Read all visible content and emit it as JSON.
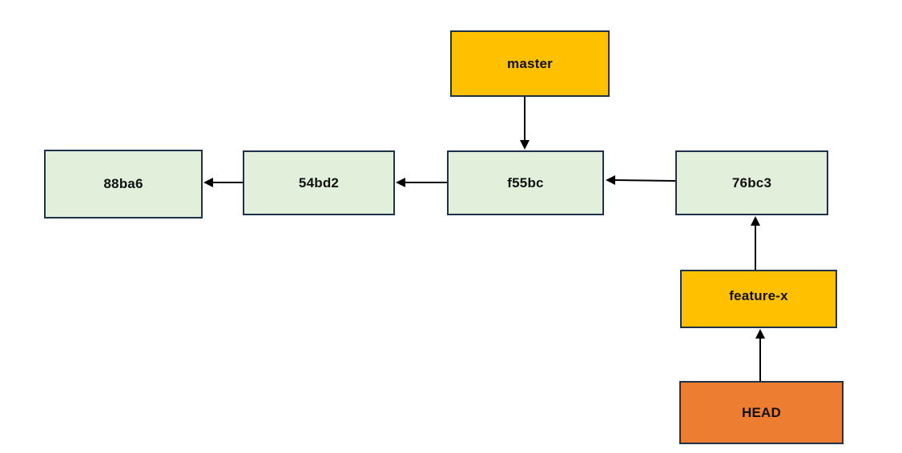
{
  "diagram": {
    "type": "git-commit-graph",
    "background": "#ffffff",
    "colors": {
      "branch_fill": "#ffc000",
      "head_fill": "#ed7d31",
      "commit_fill": "#e2efda",
      "box_border": "#1e3247",
      "arrow": "#000000",
      "text": "#111111"
    },
    "nodes": {
      "master": {
        "label": "master",
        "kind": "branch"
      },
      "commit_88ba6": {
        "label": "88ba6",
        "kind": "commit"
      },
      "commit_54bd2": {
        "label": "54bd2",
        "kind": "commit"
      },
      "commit_f55bc": {
        "label": "f55bc",
        "kind": "commit"
      },
      "commit_76bc3": {
        "label": "76bc3",
        "kind": "commit"
      },
      "feature_x": {
        "label": "feature-x",
        "kind": "branch"
      },
      "head": {
        "label": "HEAD",
        "kind": "pointer"
      }
    },
    "edges": [
      {
        "from": "master",
        "to": "f55bc",
        "direction": "down"
      },
      {
        "from": "76bc3",
        "to": "f55bc",
        "direction": "left"
      },
      {
        "from": "f55bc",
        "to": "54bd2",
        "direction": "left"
      },
      {
        "from": "54bd2",
        "to": "88ba6",
        "direction": "left"
      },
      {
        "from": "feature-x",
        "to": "76bc3",
        "direction": "up"
      },
      {
        "from": "HEAD",
        "to": "feature-x",
        "direction": "up"
      }
    ]
  }
}
